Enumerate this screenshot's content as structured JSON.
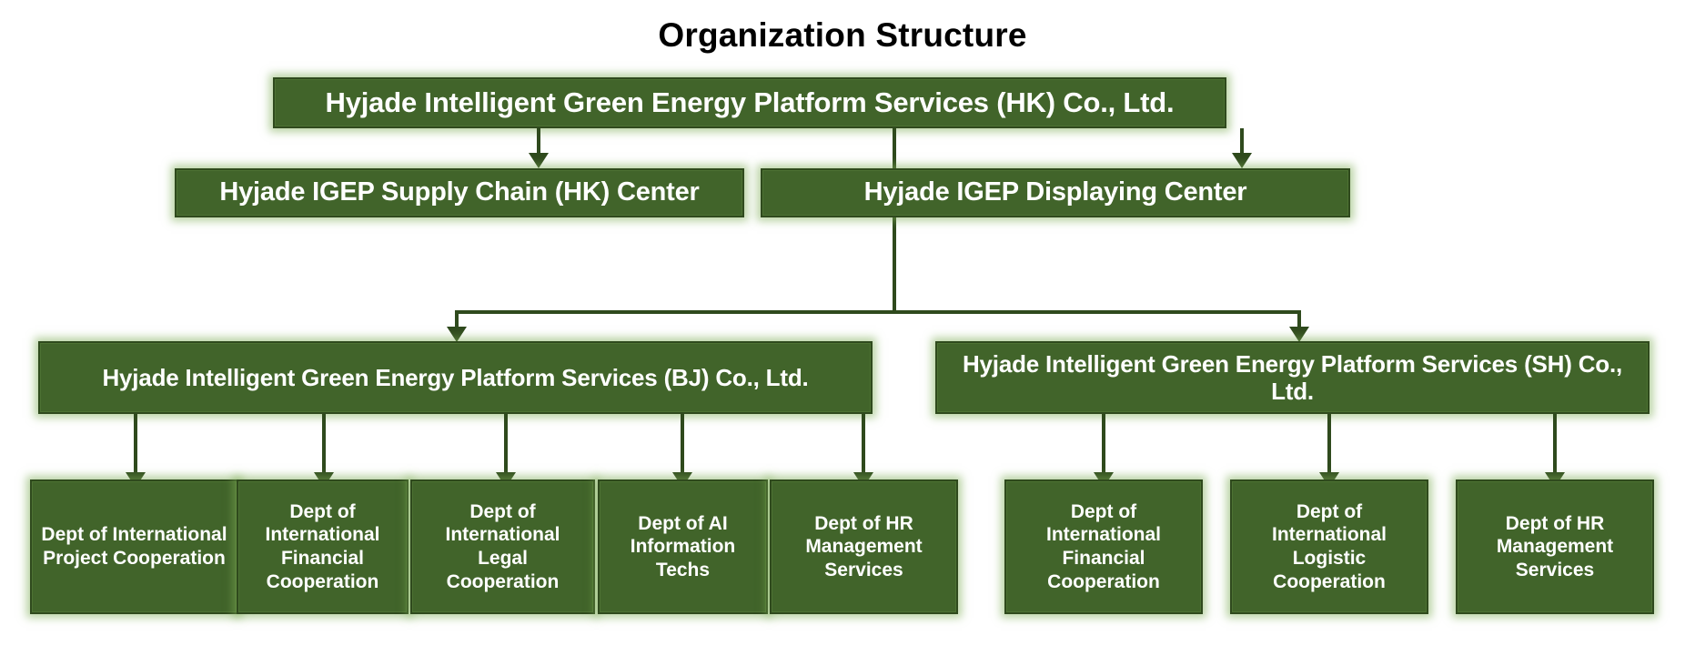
{
  "chart_title": "Organization Structure",
  "theme": {
    "box_fill": "#41642a",
    "box_border": "#2f4a1d",
    "glow": "#7ead56",
    "text": "#ffffff",
    "title_color": "#000000",
    "background": "#ffffff",
    "connector": "#2f4a1d"
  },
  "nodes": {
    "root": {
      "label": "Hyjade Intelligent Green Energy Platform Services (HK) Co., Ltd."
    },
    "level2": [
      {
        "label": "Hyjade IGEP Supply Chain (HK) Center"
      },
      {
        "label": "Hyjade IGEP Displaying Center"
      }
    ],
    "level3": [
      {
        "label": "Hyjade Intelligent Green Energy Platform Services (BJ) Co., Ltd."
      },
      {
        "label": "Hyjade Intelligent Green Energy Platform Services (SH) Co., Ltd."
      }
    ],
    "bj_departments": [
      {
        "label": "Dept of International Project Cooperation"
      },
      {
        "label": "Dept of International Financial Cooperation"
      },
      {
        "label": "Dept of International Legal Cooperation"
      },
      {
        "label": "Dept of AI Information Techs"
      },
      {
        "label": "Dept of HR Management Services"
      }
    ],
    "sh_departments": [
      {
        "label": "Dept of International Financial Cooperation"
      },
      {
        "label": "Dept of International Logistic Cooperation"
      },
      {
        "label": "Dept of HR Management Services"
      }
    ]
  }
}
